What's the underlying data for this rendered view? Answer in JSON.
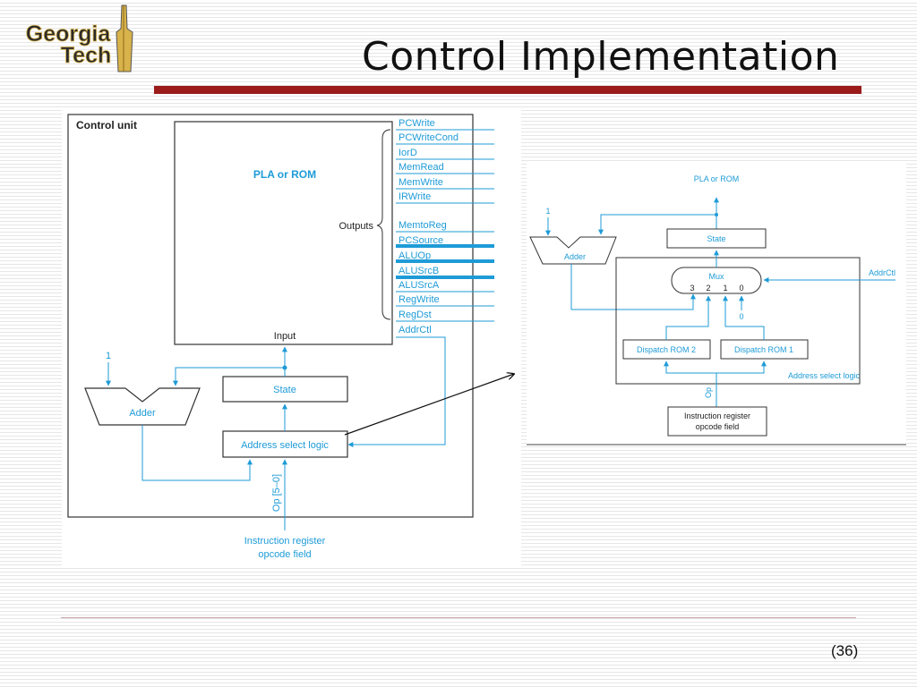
{
  "logo": {
    "line1": "Georgia",
    "line2": "Tech"
  },
  "title": "Control Implementation",
  "page_number": "(36)",
  "left_diagram": {
    "box_title": "Control unit",
    "pla_label": "PLA or ROM",
    "outputs_label": "Outputs",
    "input_label": "Input",
    "state_label": "State",
    "adder_label": "Adder",
    "one_label": "1",
    "addr_logic_label": "Address select logic",
    "op_label": "Op [5–0]",
    "ir_line1": "Instruction register",
    "ir_line2": "opcode field",
    "signals": [
      "PCWrite",
      "PCWriteCond",
      "IorD",
      "MemRead",
      "MemWrite",
      "IRWrite",
      "MemtoReg",
      "PCSource",
      "ALUOp",
      "ALUSrcB",
      "ALUSrcA",
      "RegWrite",
      "RegDst",
      "AddrCtl"
    ]
  },
  "right_diagram": {
    "pla_label": "PLA or ROM",
    "one_label": "1",
    "adder_label": "Adder",
    "state_label": "State",
    "mux_label": "Mux",
    "mux_inputs": [
      "3",
      "2",
      "1",
      "0"
    ],
    "zero_label": "0",
    "addrctl_label": "AddrCtl",
    "dispatch2_label": "Dispatch ROM 2",
    "dispatch1_label": "Dispatch ROM 1",
    "addr_logic_label": "Address select logic",
    "op_label": "Op",
    "ir_line1": "Instruction register",
    "ir_line2": "opcode field"
  },
  "colors": {
    "accent_blue": "#1e9bd7",
    "title_rule": "#9b1b1b"
  }
}
